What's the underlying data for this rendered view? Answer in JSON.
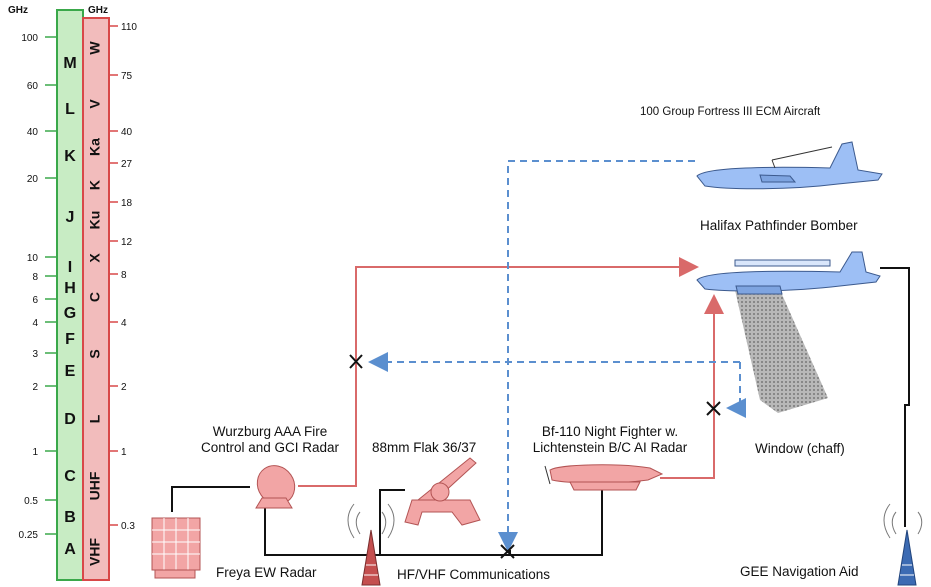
{
  "scale": {
    "left_unit": "GHz",
    "right_unit": "GHz",
    "left_ticks": [
      "100",
      "60",
      "40",
      "20",
      "10",
      "8",
      "6",
      "4",
      "3",
      "2",
      "1",
      "0.5",
      "0.25"
    ],
    "right_ticks": [
      "110",
      "75",
      "40",
      "27",
      "18",
      "12",
      "8",
      "4",
      "2",
      "1",
      "0.3"
    ],
    "left_bands": [
      "M",
      "L",
      "K",
      "J",
      "I",
      "H",
      "G",
      "F",
      "E",
      "D",
      "C",
      "B",
      "A"
    ],
    "right_bands": [
      "W",
      "V",
      "Ka",
      "K",
      "Ku",
      "X",
      "C",
      "S",
      "L",
      "UHF",
      "VHF"
    ],
    "colors": {
      "left_band": "#c8ecc4",
      "left_border": "#3aa84a",
      "right_band": "#f2bcbc",
      "right_border": "#d84848"
    }
  },
  "labels": {
    "fortress": "100 Group Fortress III ECM Aircraft",
    "halifax": "Halifax Pathfinder Bomber",
    "wurzburg": "Wurzburg AAA Fire\nControl and GCI Radar",
    "flak": "88mm Flak 36/37",
    "bf110": "Bf-110 Night Fighter w.\nLichtenstein B/C AI Radar",
    "window": "Window (chaff)",
    "freya": "Freya EW Radar",
    "comms": "HF/VHF Communications",
    "gee": "GEE Navigation Aid"
  },
  "colors": {
    "radar_link": "#d96a6a",
    "ecm_link": "#5b8fcf",
    "aircraft": "#9dbff5",
    "german": "#f2a5a5",
    "chaff": "#8c8c8c",
    "wire": "#111111"
  }
}
